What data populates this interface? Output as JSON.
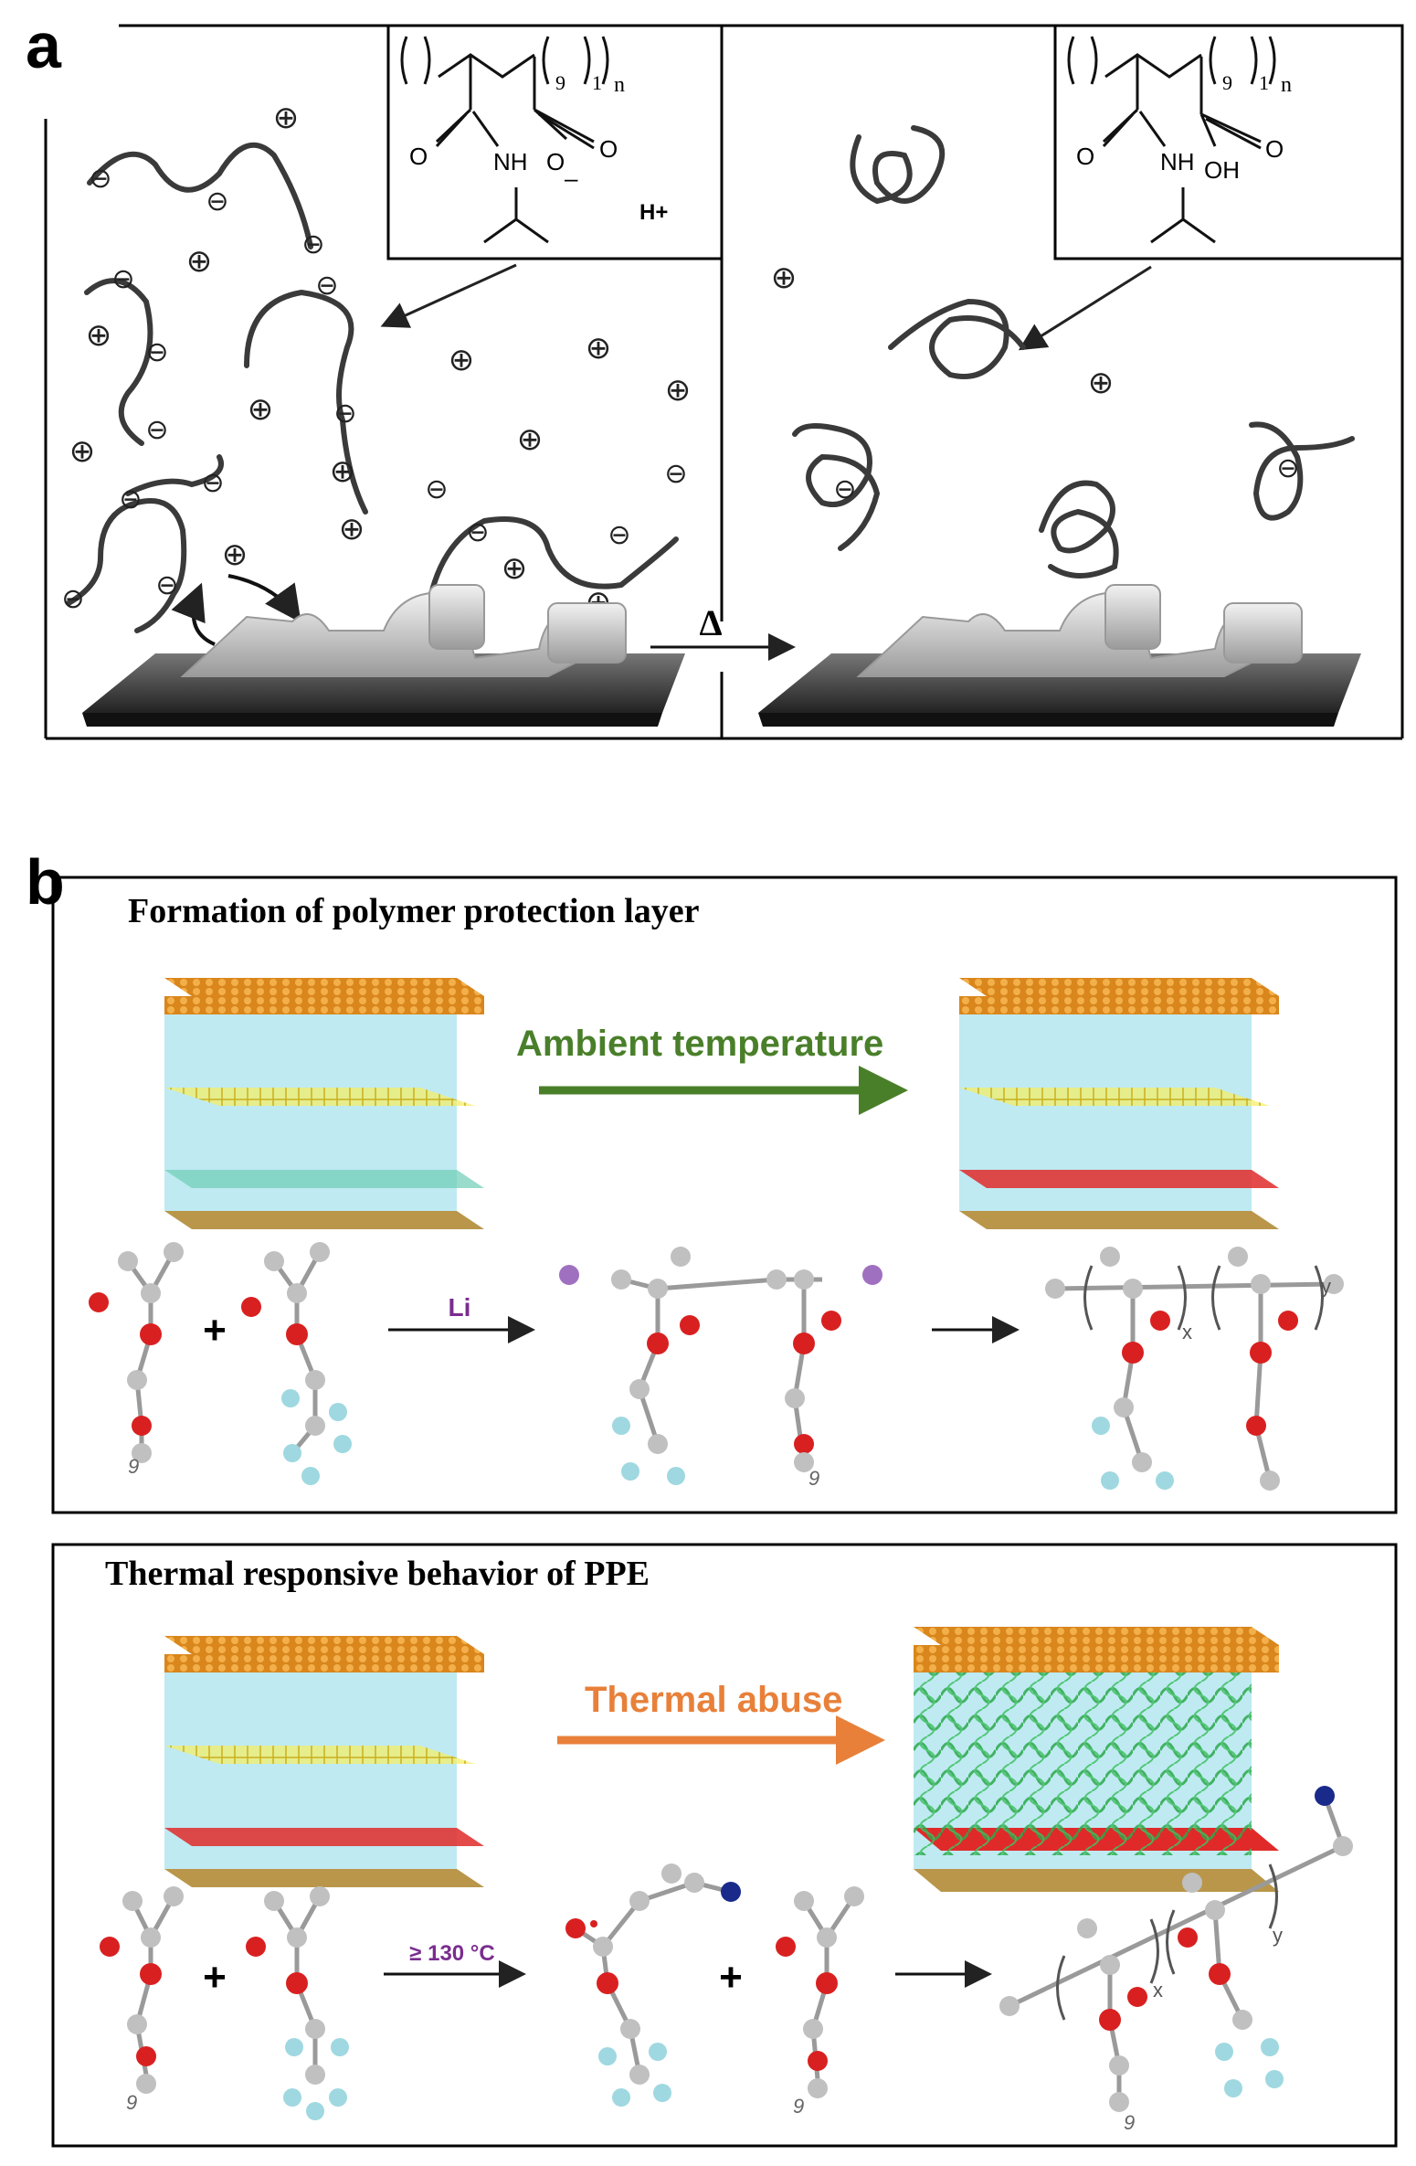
{
  "panel_a": {
    "label": "a",
    "left": {
      "structure": {
        "sub_9": "9",
        "sub_1": "1",
        "sub_n": "n",
        "o_left": "O",
        "nh": "NH",
        "o_minus": "O",
        "minus_sign": "–",
        "o_right": "O",
        "h_plus": "H+"
      }
    },
    "right": {
      "structure": {
        "sub_9": "9",
        "sub_1": "1",
        "sub_n": "n",
        "o_left": "O",
        "nh": "NH",
        "oh": "OH",
        "o_right": "O"
      }
    },
    "arrow_label": "Δ",
    "plus": "⊕",
    "minus": "⊖"
  },
  "panel_b": {
    "label": "b",
    "box1": {
      "title": "Formation of polymer protection layer",
      "arrow_label": "Ambient temperature",
      "arrow_color": "#4a7f2a",
      "reaction": {
        "plus": "+",
        "reagent": "Li",
        "reagent_color": "#7a2d8f",
        "sub_9a": "9",
        "sub_9b": "9",
        "sub_x": "x",
        "sub_y": "y"
      }
    },
    "box2": {
      "title": "Thermal responsive behavior of PPE",
      "arrow_label": "Thermal abuse",
      "arrow_color": "#e8803a",
      "reaction": {
        "plus1": "+",
        "plus2": "+",
        "condition": "≥ 130 °C",
        "condition_color": "#7a2d8f",
        "sub_9a": "9",
        "sub_9b": "9",
        "sub_9c": "9",
        "sub_x": "x",
        "sub_y": "y"
      }
    }
  },
  "colors": {
    "oxygen": "#d92020",
    "carbon": "#b8b8b8",
    "fluorine": "#9fd8e0",
    "lithium": "#a070c0",
    "nitrogen": "#1a2a8a",
    "copper": "#e08a1e",
    "electrolyte": "#8ad8e8",
    "red_layer": "#e02a2a",
    "gold_base": "#c8a050"
  }
}
